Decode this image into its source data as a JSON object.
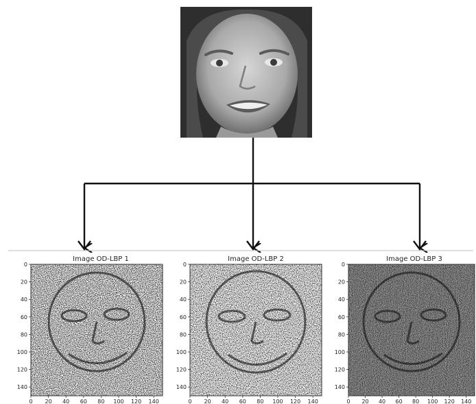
{
  "source_image": {
    "description": "",
    "colors": {
      "background": "#2a2a2a",
      "skin": "#b8b8b8",
      "hair": "#4a4a4a"
    }
  },
  "panels": [
    {
      "title": "Image OD-LBP 1"
    },
    {
      "title": "Image OD-LBP 2"
    },
    {
      "title": "Image OD-LBP 3"
    }
  ],
  "axes": {
    "y_ticks": [
      "0",
      "20",
      "40",
      "60",
      "80",
      "100",
      "120",
      "140"
    ],
    "x_ticks": [
      "0",
      "20",
      "40",
      "60",
      "80",
      "100",
      "120",
      "140"
    ]
  },
  "colors": {
    "line": "#111111",
    "frame": "#333333",
    "divider": "#bdbdbd",
    "text": "#222222"
  }
}
